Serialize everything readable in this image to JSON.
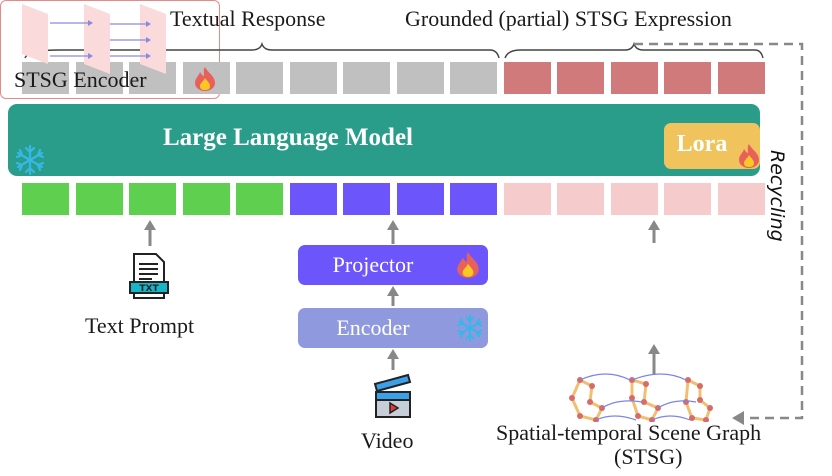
{
  "labels": {
    "textual_response": "Textual Response",
    "grounded_expression": "Grounded (partial) STSG Expression",
    "llm_title": "Large Language Model",
    "lora": "Lora",
    "projector": "Projector",
    "encoder": "Encoder",
    "stsg_encoder": "STSG Encoder",
    "text_prompt": "Text Prompt",
    "txt_icon_text": "TXT",
    "video": "Video",
    "stsg_line1": "Spatial-temporal Scene Graph",
    "stsg_line2": "(STSG)",
    "recycling": "Recycling"
  },
  "tokens": {
    "output_text_count": 9,
    "output_stsg_count": 5,
    "input_text_count": 5,
    "input_video_count": 4,
    "input_stsg_count": 5
  },
  "colors": {
    "llm": "#2a9d8a",
    "lora": "#f0c35c",
    "text_output": "#c0c0c0",
    "stsg_output": "#d07a7c",
    "text_input": "#5fcf50",
    "video_input": "#6b55fb",
    "stsg_input": "#f6cbcb",
    "projector": "#6b55fb",
    "encoder": "#8f99de",
    "frozen": "#35b8e8",
    "fire": "#e8605a"
  }
}
